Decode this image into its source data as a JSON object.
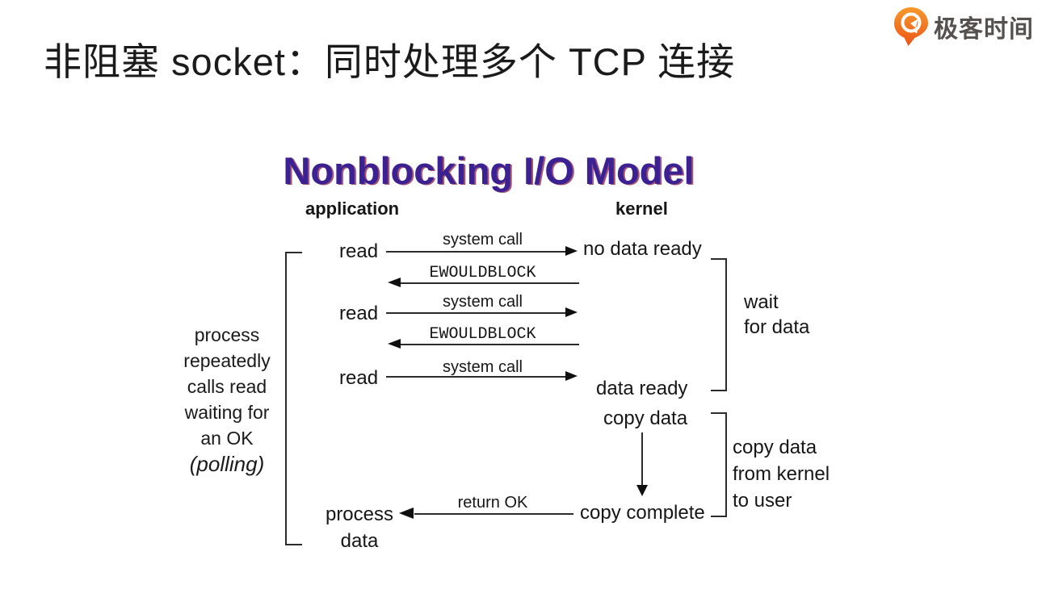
{
  "header": {
    "slide_title": "非阻塞 socket：同时处理多个 TCP 连接",
    "logo": {
      "text": "极客时间",
      "orange_top": "#F7992B",
      "orange_bottom": "#EC5319",
      "text_color": "#55514E"
    }
  },
  "diagram": {
    "title": "Nonblocking I/O Model",
    "title_color": "#3B2191",
    "title_shadow_color": "#8D2A4E",
    "application_label": "application",
    "kernel_label": "kernel",
    "reads": [
      "read",
      "read",
      "read"
    ],
    "system_call_labels": [
      "system call",
      "system call",
      "system call"
    ],
    "ewouldblock_labels": [
      "EWOULDBLOCK",
      "EWOULDBLOCK"
    ],
    "no_data_ready": "no data ready",
    "data_ready": "data ready",
    "copy_data": "copy data",
    "copy_complete": "copy complete",
    "return_ok": "return OK",
    "process_data": [
      "process",
      "data"
    ],
    "left_note": [
      "process",
      "repeatedly",
      "calls read",
      "waiting for",
      "an OK"
    ],
    "left_note_italic": "(polling)",
    "wait_note": [
      "wait",
      "for data"
    ],
    "copy_note": [
      "copy data",
      "from kernel",
      "to user"
    ]
  }
}
